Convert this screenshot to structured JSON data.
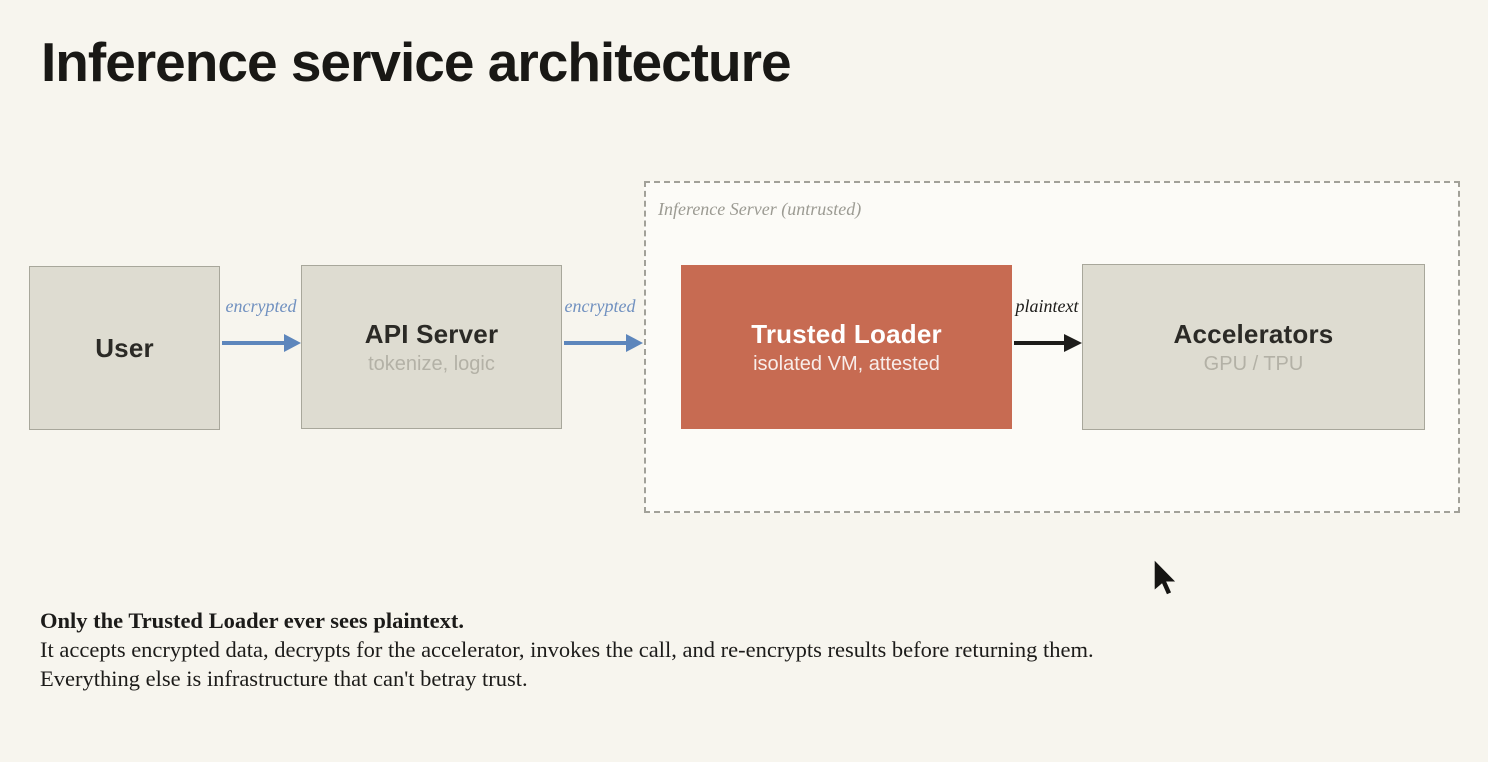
{
  "title": "Inference service architecture",
  "diagram": {
    "zone_label": "Inference Server (untrusted)",
    "nodes": {
      "user": {
        "label": "User"
      },
      "api_server": {
        "label": "API Server",
        "sublabel": "tokenize, logic"
      },
      "trusted_loader": {
        "label": "Trusted Loader",
        "sublabel": "isolated VM, attested"
      },
      "accelerators": {
        "label": "Accelerators",
        "sublabel": "GPU / TPU"
      }
    },
    "edges": [
      {
        "from": "User",
        "to": "API Server",
        "label": "encrypted",
        "color": "#5d86bc"
      },
      {
        "from": "API Server",
        "to": "Inference Server",
        "label": "encrypted",
        "color": "#5d86bc"
      },
      {
        "from": "Trusted Loader",
        "to": "Accelerators",
        "label": "plaintext",
        "color": "#1d1c1a"
      }
    ]
  },
  "note": {
    "heading": "Only the Trusted Loader ever sees plaintext.",
    "lines": [
      "It accepts encrypted data, decrypts for the accelerator, invokes the call, and re-encrypts results before returning them.",
      "Everything else is infrastructure that can't betray trust."
    ]
  },
  "colors": {
    "background": "#f7f5ee",
    "box_fill": "#dedcd1",
    "box_border": "#a8a79b",
    "accent_red": "#c76b52",
    "arrow_blue": "#5d86bc",
    "edge_label_blue": "#7191c0",
    "muted_text": "#b3b1a6",
    "zone_label_gray": "#9c9b93",
    "title_text": "#191815"
  }
}
